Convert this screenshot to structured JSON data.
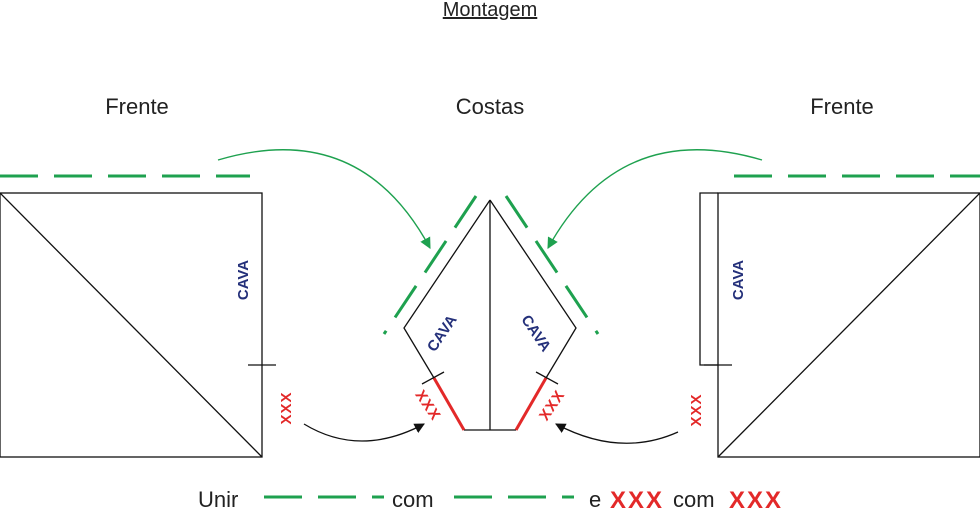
{
  "title": "Montagem",
  "labels": {
    "front_left": "Frente",
    "back": "Costas",
    "front_right": "Frente"
  },
  "cava": {
    "left": "CAVA",
    "back_left": "CAVA",
    "back_right": "CAVA",
    "right": "CAVA"
  },
  "marks": {
    "left": "XXX",
    "back_left": "XXX",
    "back_right": "XXX",
    "right": "XXX"
  },
  "legend": {
    "join": "Unir",
    "with1": "com",
    "and": "e",
    "xxx1": "XXX",
    "with2": "com",
    "xxx2": "XXX"
  },
  "colors": {
    "seam_green": "#1ea14f",
    "mark_red": "#e32929",
    "cava_blue": "#24307a",
    "line_black": "#111111"
  }
}
